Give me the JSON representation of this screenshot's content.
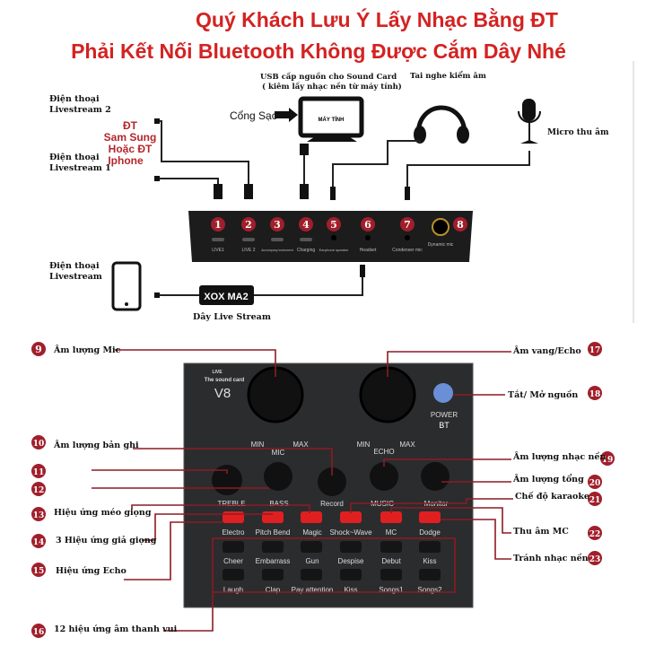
{
  "title": {
    "line1": "Quý Khách Lưu Ý Lấy Nhạc Bằng ĐT",
    "line2": "Phải Kết Nối Bluetooth Không Được Cắm Dây Nhé"
  },
  "top": {
    "phone2": [
      "Điện thoại",
      "Livestream 2"
    ],
    "phone1": [
      "Điện thoại",
      "Livestream 1"
    ],
    "phone_note": [
      "ĐT",
      "Sam Sung",
      "Hoặc ĐT",
      "Iphone"
    ],
    "charge_port": "Cổng Sạc",
    "computer": "MÁY TÍNH",
    "usb_note": [
      "USB cấp nguồn cho Sound Card",
      "( kiêm lấy nhạc nền từ máy tính)"
    ],
    "headphone": "Tai nghe kiểm âm",
    "mic": "Micro thu âm",
    "phone_live": [
      "Điện thoại",
      "Livestream"
    ],
    "cable_box": "XOX MA2",
    "cable_label": "Dây Live Stream",
    "ports": [
      {
        "n": "1",
        "label": "LIVE1"
      },
      {
        "n": "2",
        "label": "LIVE 2"
      },
      {
        "n": "3",
        "label": "Accompany instrument"
      },
      {
        "n": "4",
        "label": "Charging"
      },
      {
        "n": "5",
        "label": "Earphone speaker"
      },
      {
        "n": "6",
        "label": "Headset"
      },
      {
        "n": "7",
        "label": "Condenser mic"
      },
      {
        "n": "8",
        "label": "Dynamic mic"
      }
    ]
  },
  "panel": {
    "brand": [
      "LIVE",
      "The sound card",
      "V8"
    ],
    "mic": "MIC",
    "echo": "ECHO",
    "min": "MIN",
    "max": "MAX",
    "power": "POWER",
    "bt": "BT",
    "knobs": [
      "TREBLE",
      "BASS",
      "Record",
      "MUSIC",
      "Monitor"
    ],
    "red_buttons": [
      "Electro",
      "Pitch Bend",
      "Magic",
      "Shock~Wave",
      "MC",
      "Dodge"
    ],
    "row1": [
      "Cheer",
      "Embarrass",
      "Gun",
      "Despise",
      "Debut",
      "Kiss"
    ],
    "row2": [
      "Laugh",
      "Clap",
      "Pay attention",
      "Kiss",
      "Songs1",
      "Songs2"
    ]
  },
  "callouts": [
    {
      "n": "9",
      "label": "Âm lượng Mic"
    },
    {
      "n": "10",
      "label": "Âm lượng bản ghi"
    },
    {
      "n": "11",
      "label": ""
    },
    {
      "n": "12",
      "label": ""
    },
    {
      "n": "13",
      "label": "Hiệu ứng méo giọng"
    },
    {
      "n": "14",
      "label": "3 Hiệu ứng giả giọng"
    },
    {
      "n": "15",
      "label": "Hiệu ứng Echo"
    },
    {
      "n": "16",
      "label": "12 hiệu ứng âm thanh vui"
    },
    {
      "n": "17",
      "label": "Âm vang/Echo"
    },
    {
      "n": "18",
      "label": "Tắt/ Mở nguồn"
    },
    {
      "n": "19",
      "label": "Âm lượng nhạc nền"
    },
    {
      "n": "20",
      "label": "Âm lượng tổng"
    },
    {
      "n": "21",
      "label": "Chế độ karaoke"
    },
    {
      "n": "22",
      "label": "Thu âm MC"
    },
    {
      "n": "23",
      "label": "Tránh nhạc nền"
    }
  ],
  "colors": {
    "title": "#d42222",
    "callout": "#8a1c24",
    "badge": "#a01f2b",
    "button": "#e02020"
  }
}
